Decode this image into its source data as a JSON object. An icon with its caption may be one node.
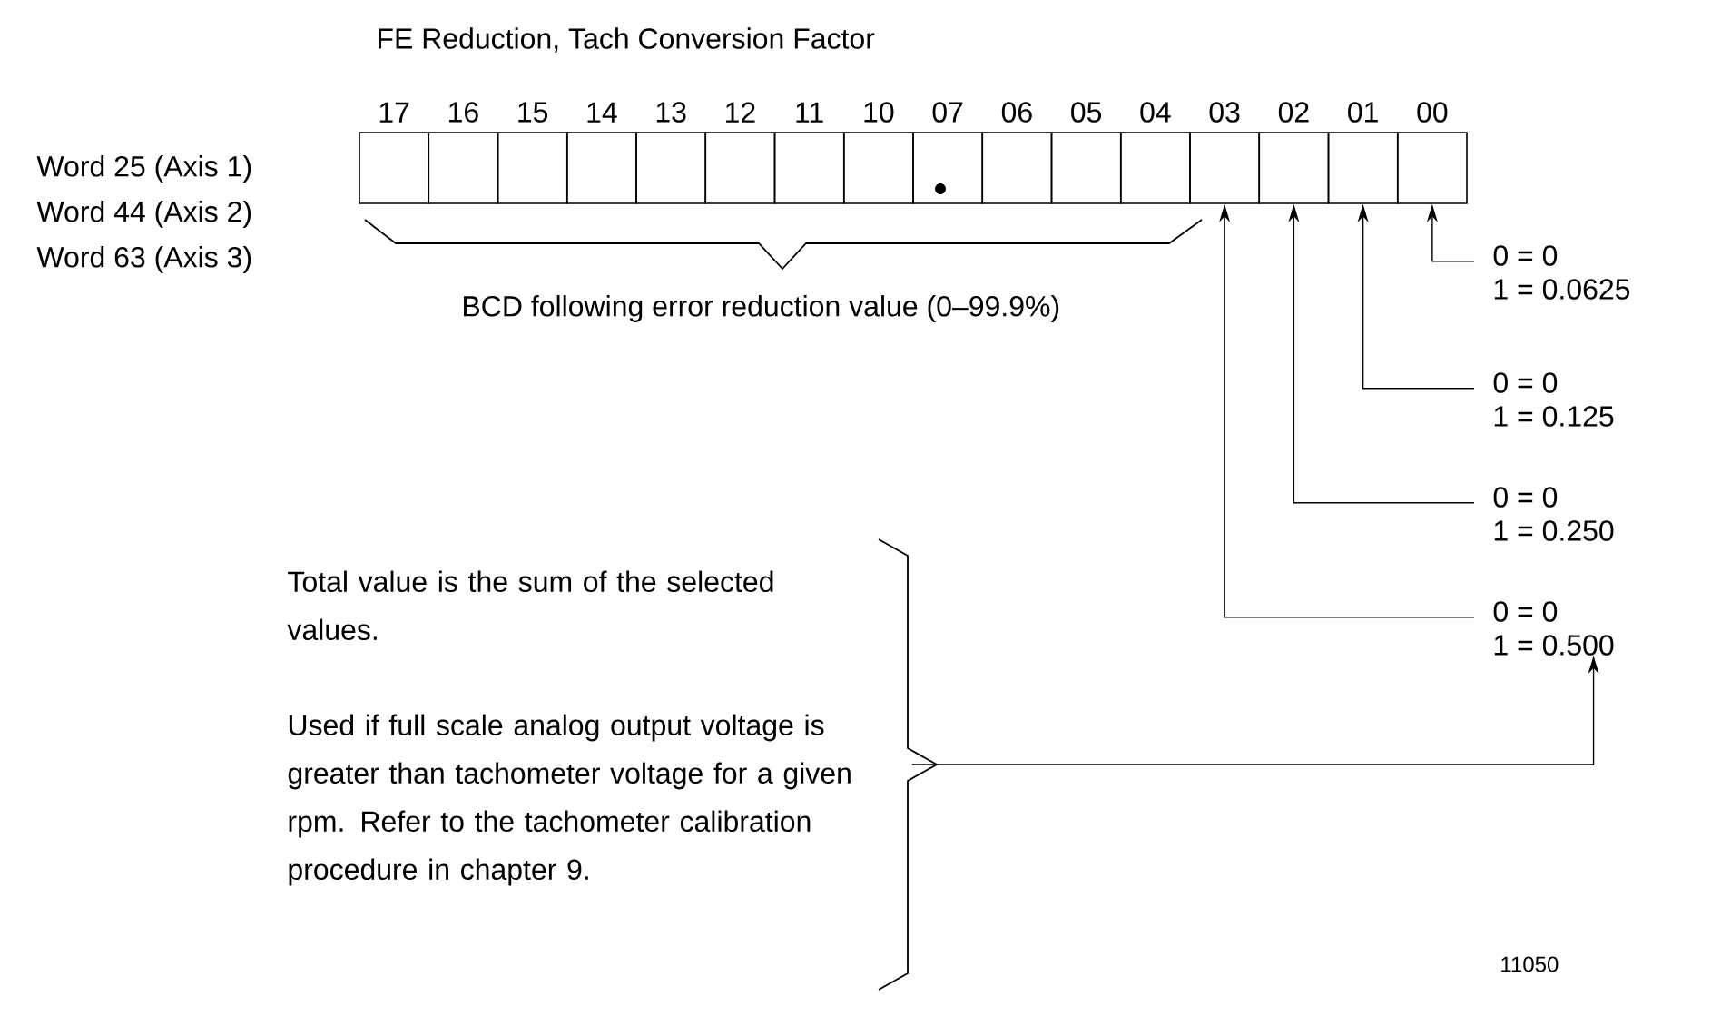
{
  "diagram": {
    "title": "FE Reduction, Tach Conversion Factor",
    "nodes": [
      {
        "text": [
          "17"
        ]
      },
      {
        "text": [
          "16"
        ]
      },
      {
        "text": [
          "15"
        ]
      },
      {
        "text": [
          "14"
        ]
      },
      {
        "text": [
          "13"
        ]
      },
      {
        "text": [
          "12"
        ]
      },
      {
        "text": [
          "11"
        ]
      },
      {
        "text": [
          "10"
        ]
      },
      {
        "text": [
          "07"
        ]
      },
      {
        "text": [
          "06"
        ]
      },
      {
        "text": [
          "05"
        ]
      },
      {
        "text": [
          "04"
        ]
      },
      {
        "text": [
          "03"
        ]
      },
      {
        "text": [
          "02"
        ]
      },
      {
        "text": [
          "01"
        ]
      },
      {
        "text": [
          "00"
        ]
      },
      {
        "text": [
          "0 = 0",
          "1 = 0.0625"
        ]
      },
      {
        "text": [
          "0 = 0",
          "1 = 0.125"
        ]
      },
      {
        "text": [
          "0 = 0",
          "1 = 0.250"
        ]
      },
      {
        "text": [
          "0 = 0",
          "1 = 0.500"
        ]
      },
      {
        "text": [
          "Total value is the sum of the selected values.",
          "Used if full scale analog output voltage is greater than tachometer voltage for a given rpm. Refer to the tachometer calibration procedure in chapter 9."
        ]
      }
    ],
    "edges": [
      {
        "from": 16,
        "to": 15,
        "arrow": "to"
      },
      {
        "from": 17,
        "to": 14,
        "arrow": "to"
      },
      {
        "from": 18,
        "to": 13,
        "arrow": "to"
      },
      {
        "from": 19,
        "to": 12,
        "arrow": "to"
      },
      {
        "from": 20,
        "to": 19,
        "arrow": "to"
      }
    ],
    "labels": [
      "Word 25 (Axis 1)",
      "Word 44 (Axis 2)",
      "Word 63 (Axis 3)",
      "BCD following error reduction value (0–99.9%)",
      "11050"
    ]
  }
}
